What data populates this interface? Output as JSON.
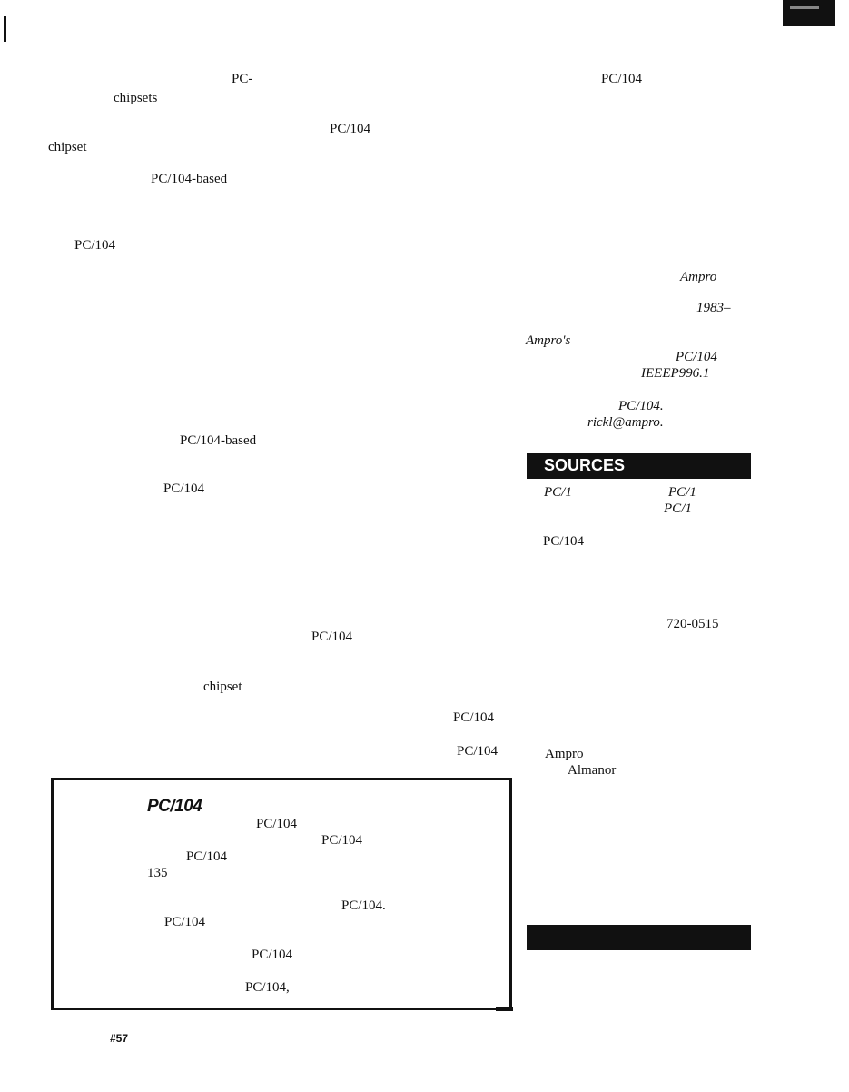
{
  "left_column": [
    "PC-",
    "chipsets",
    "PC/104",
    "chipset",
    "PC/104-based",
    "PC/104",
    "PC/104-based",
    "PC/104",
    "PC/104",
    "chipset",
    "PC/104",
    "PC/104"
  ],
  "right_column": [
    "PC/104",
    "Ampro",
    "1983–",
    "Ampro's",
    "PC/104",
    "IEEEP996.1",
    "PC/104.",
    "rickl@ampro."
  ],
  "sidebar_box": {
    "title": "PC/104",
    "lines": [
      "PC/104",
      "PC/104",
      "PC/104",
      "135",
      "PC/104.",
      "PC/104",
      "PC/104",
      "PC/104,"
    ]
  },
  "sources": {
    "heading": "SOURCES",
    "lines": [
      "PC/1",
      "PC/1",
      "PC/1",
      "PC/104",
      "720-0515",
      "Ampro",
      "Almanor"
    ]
  },
  "footer": {
    "page_number": "#57"
  }
}
